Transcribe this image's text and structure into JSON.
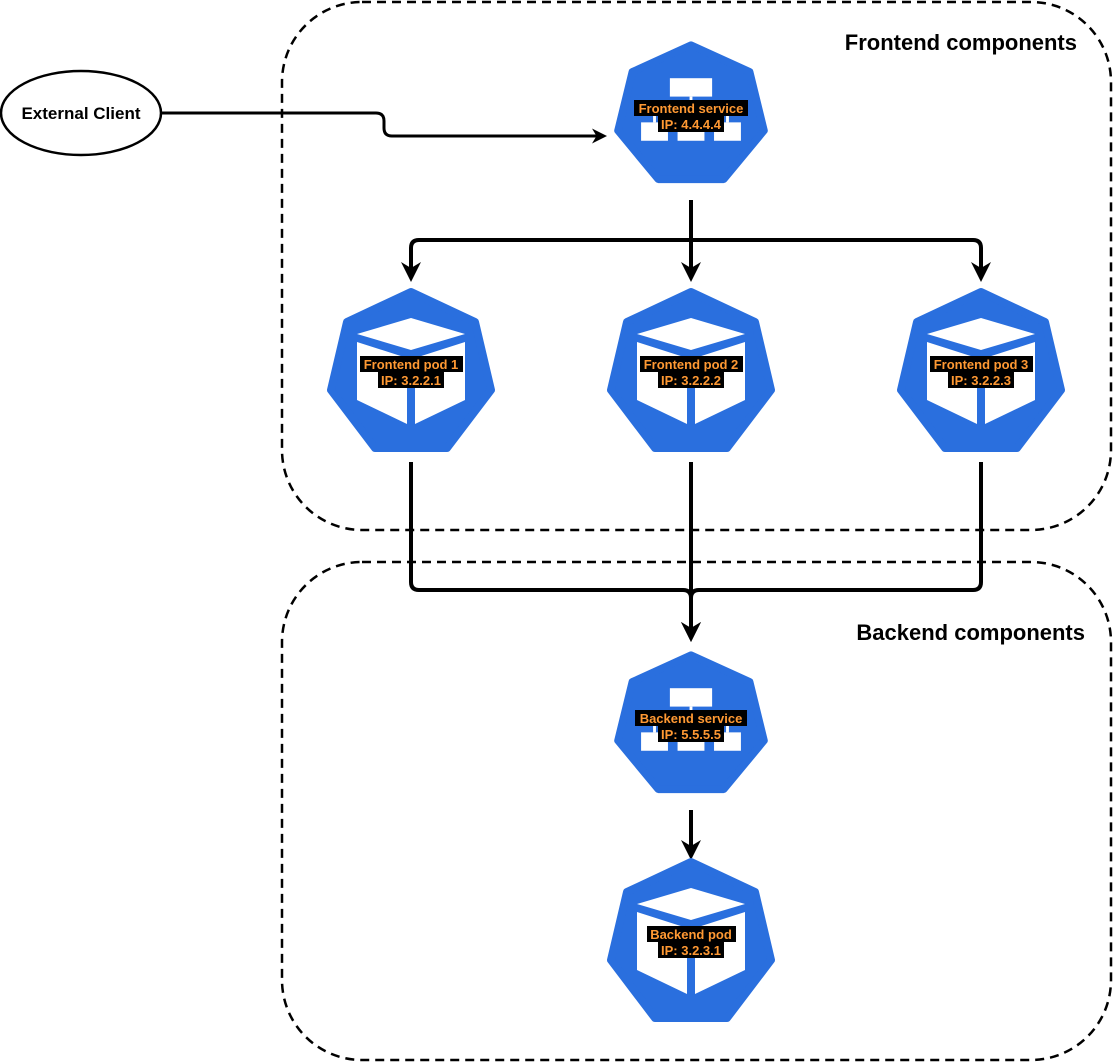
{
  "groups": {
    "frontend": {
      "title": "Frontend components"
    },
    "backend": {
      "title": "Backend components"
    }
  },
  "external_client": {
    "label": "External Client"
  },
  "nodes": {
    "frontend_service": {
      "name": "Frontend service",
      "ip": "IP: 4.4.4.4",
      "icon": "service-icon"
    },
    "frontend_pod_1": {
      "name": "Frontend pod 1",
      "ip": "IP: 3.2.2.1",
      "icon": "pod-icon"
    },
    "frontend_pod_2": {
      "name": "Frontend pod 2",
      "ip": "IP: 3.2.2.2",
      "icon": "pod-icon"
    },
    "frontend_pod_3": {
      "name": "Frontend pod 3",
      "ip": "IP: 3.2.2.3",
      "icon": "pod-icon"
    },
    "backend_service": {
      "name": "Backend service",
      "ip": "IP: 5.5.5.5",
      "icon": "service-icon"
    },
    "backend_pod": {
      "name": "Backend pod",
      "ip": "IP: 3.2.3.1",
      "icon": "pod-icon"
    }
  },
  "colors": {
    "kubernetes_blue": "#2a6fde",
    "label_text": "#ff9933",
    "label_background": "#000000"
  }
}
